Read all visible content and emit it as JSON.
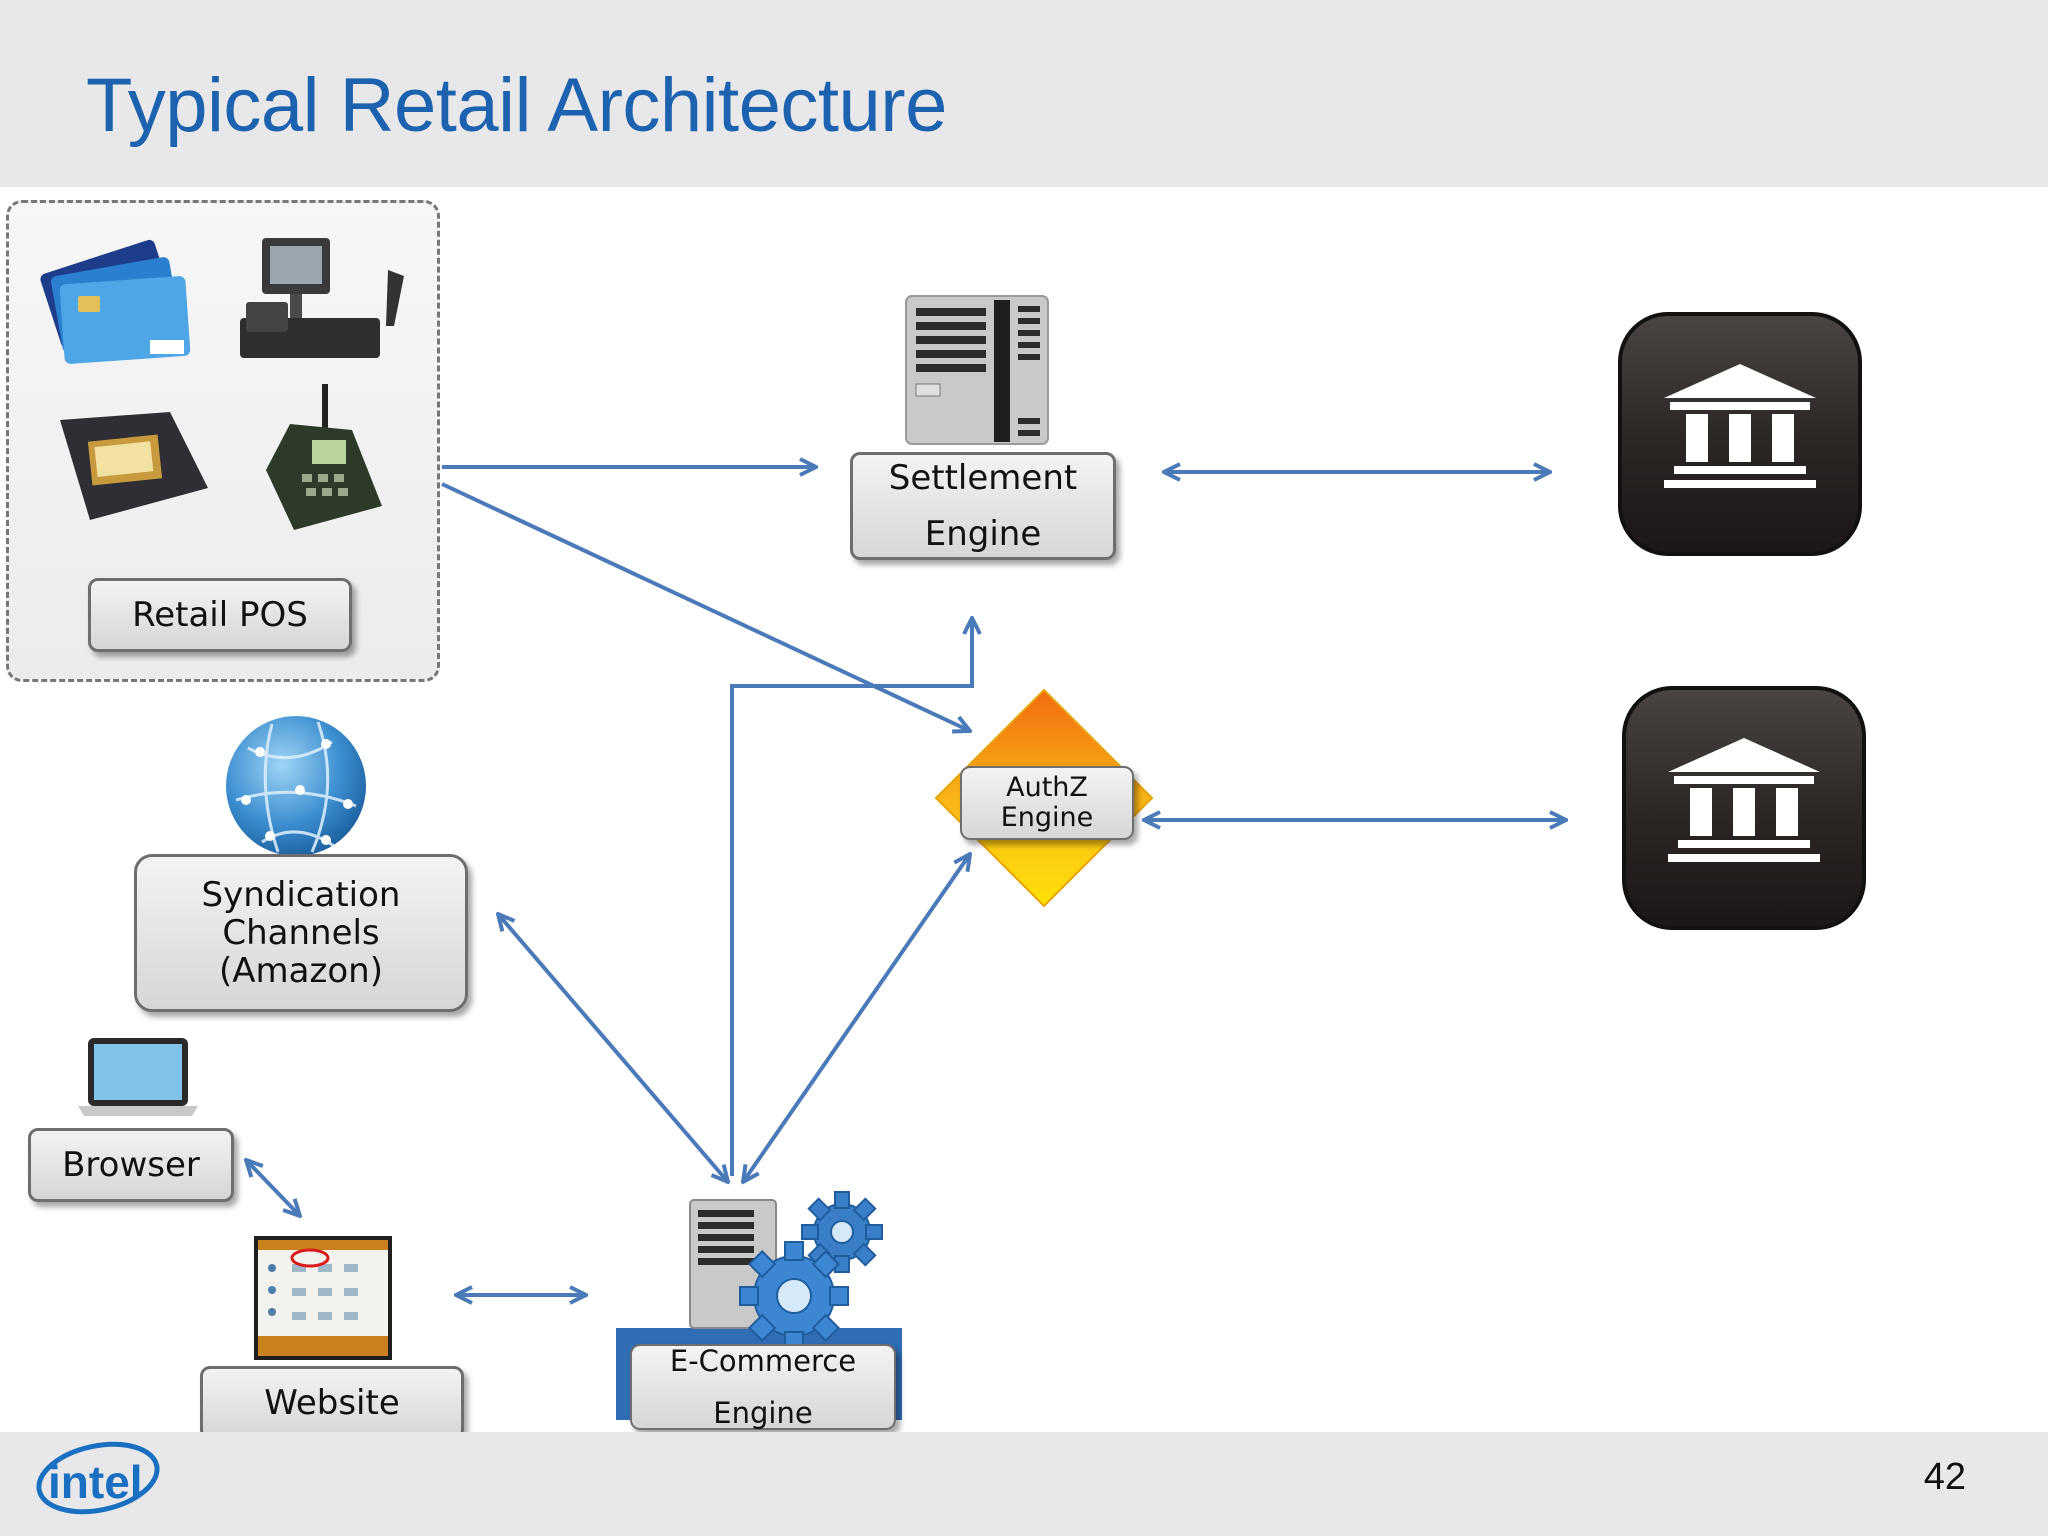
{
  "slide": {
    "title": "Typical Retail Architecture",
    "page_number": "42",
    "logo_text": "intel"
  },
  "nodes": {
    "retail_pos": "Retail POS",
    "settlement_engine": {
      "line1": "Settlement",
      "line2": "Engine"
    },
    "authz_engine": {
      "line1": "AuthZ",
      "line2": "Engine"
    },
    "syndication": {
      "line1": "Syndication",
      "line2": "Channels",
      "line3": "(Amazon)"
    },
    "browser": "Browser",
    "website": "Website",
    "ecommerce_engine": {
      "line1": "E-Commerce",
      "line2": "Engine"
    }
  },
  "colors": {
    "title": "#1d62ae",
    "arrow": "#4a7ab8",
    "bank_icon": "#2b2624",
    "authz_diamond": "#f7a51c"
  },
  "icons": {
    "pos_devices": [
      "credit-cards-icon",
      "pos-terminal-icon",
      "signature-pad-icon",
      "card-reader-icon"
    ],
    "settlement": "server-tower-icon",
    "banks": [
      "bank-icon",
      "bank-icon"
    ],
    "syndication": "globe-network-icon",
    "browser": "laptop-icon",
    "website": "website-screenshot-icon",
    "ecommerce": "server-gears-icon"
  }
}
